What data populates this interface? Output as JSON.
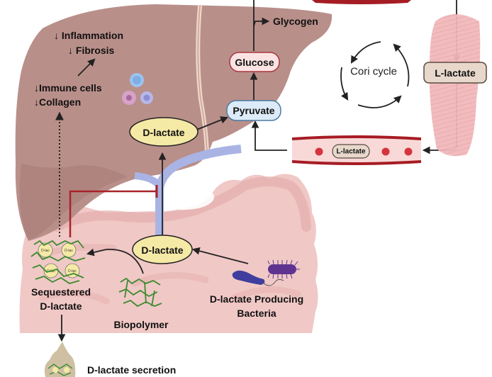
{
  "diagram": {
    "title": "D-lactate sequestration and the Cori cycle",
    "colors": {
      "liver": "#b98f8a",
      "liver_shadow": "#a87d78",
      "intestine": "#f0c8c6",
      "intestine_dark": "#e6b3b1",
      "portal_vein": "#a9b4e4",
      "d_lactate_fill": "#f5e9a6",
      "pyruvate_fill": "#dcebf7",
      "pyruvate_border": "#4a7aa3",
      "glucose_fill": "#fbe3e3",
      "glucose_border": "#a8383f",
      "l_lactate_fill": "#e8d8cc",
      "l_lactate_border": "#5a4a40",
      "vessel_wall": "#a61c24",
      "vessel_inner": "#f8d9d8",
      "rbc": "#d6343c",
      "inhibit_line": "#a8232a",
      "biopolymer": "#3c8a2e",
      "muscle": "#f1b8bb",
      "bacteria_blue": "#3f3d9e",
      "bacteria_purple": "#5e3390",
      "stool": "#cfc0a3",
      "arrow": "#222222"
    },
    "liver_effects": {
      "inflammation": "↓ Inflammation",
      "fibrosis": "↓ Fibrosis",
      "immune_cells": "↓Immune cells",
      "collagen": "↓Collagen"
    },
    "nodes": {
      "d_lactate_liver": "D-lactate",
      "d_lactate_gut": "D-lactate",
      "pyruvate": "Pyruvate",
      "glucose": "Glucose",
      "glycogen": "Glycogen",
      "l_lactate_muscle": "L-lactate",
      "l_lactate_blood": "L-lactate",
      "cori_cycle": "Cori cycle",
      "d_lac_bead": "D-lac"
    },
    "labels": {
      "sequestered_line1": "Sequestered",
      "sequestered_line2": "D-lactate",
      "biopolymer": "Biopolymer",
      "bacteria_line1": "D-lactate Producing",
      "bacteria_line2": "Bacteria",
      "secretion": "D-lactate secretion"
    }
  }
}
